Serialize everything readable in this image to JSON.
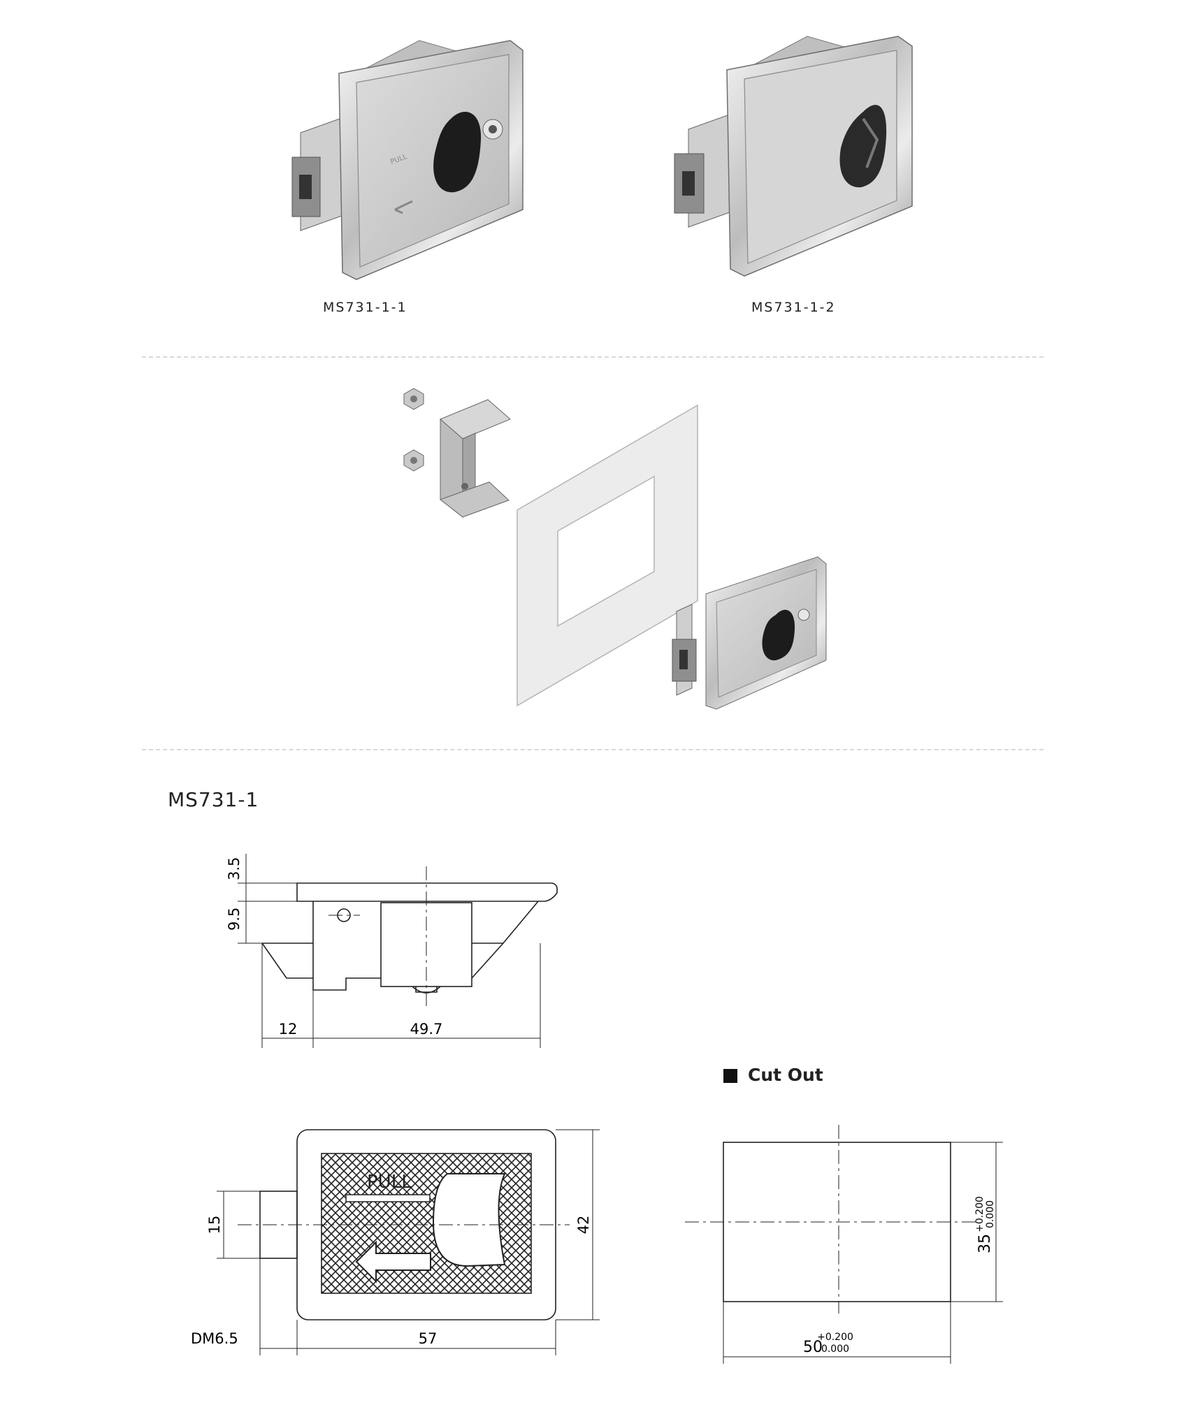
{
  "products": [
    {
      "caption": "MS731-1-1"
    },
    {
      "caption": "MS731-1-2"
    }
  ],
  "drawing": {
    "title": "MS731-1",
    "side_view": {
      "d1": "3.5",
      "d2": "9.5",
      "d3": "12",
      "d4": "49.7"
    },
    "front_view": {
      "height": "42",
      "boss": "15",
      "width": "57",
      "screw": "DM6.5",
      "plate_text": "PULL"
    },
    "cutout": {
      "title": "Cut Out",
      "width": "50",
      "width_tol_upper": "+0.200",
      "width_tol_lower": "0.000",
      "height": "35",
      "height_tol_upper": "+0.200",
      "height_tol_lower": "0.000"
    }
  }
}
